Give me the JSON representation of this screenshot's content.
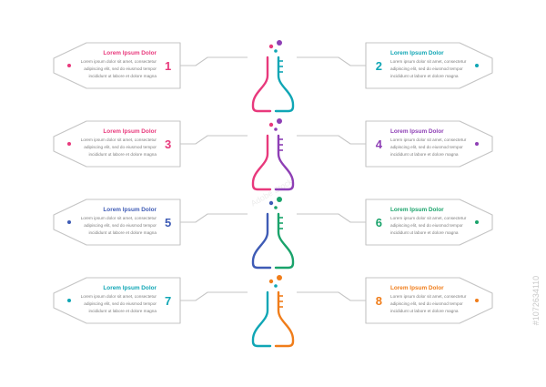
{
  "colors": {
    "pink": "#e8397c",
    "purple": "#8e3fb5",
    "blue": "#3e5bb5",
    "teal": "#10a6b5",
    "green": "#1aa36b",
    "orange": "#f07d1a",
    "frame": "#c4c4c4",
    "text": "#7d7d7d"
  },
  "items": [
    {
      "number": "1",
      "title": "Lorem Ipsum Dolor",
      "lines": [
        "Lorem ipsum dolor sit amet, consectetur",
        "adipiscing elit, sed do eiusmod tempor",
        "incididunt ut labore et dolore magna"
      ],
      "color": "#e8397c"
    },
    {
      "number": "2",
      "title": "Lorem Ipsum Dolor",
      "lines": [
        "Lorem ipsum dolor sit amet, consectetur",
        "adipiscing elit, sed do eiusmod tempor",
        "incididunt ut labore et dolore magna"
      ],
      "color": "#10a6b5"
    },
    {
      "number": "3",
      "title": "Lorem Ipsum Dolor",
      "lines": [
        "Lorem ipsum dolor sit amet, consectetur",
        "adipiscing elit, sed do eiusmod tempor",
        "incididunt ut labore et dolore magna"
      ],
      "color": "#e8397c"
    },
    {
      "number": "4",
      "title": "Lorem Ipsum Dolor",
      "lines": [
        "Lorem ipsum dolor sit amet, consectetur",
        "adipiscing elit, sed do eiusmod tempor",
        "incididunt ut labore et dolore magna"
      ],
      "color": "#8e3fb5"
    },
    {
      "number": "5",
      "title": "Lorem Ipsum Dolor",
      "lines": [
        "Lorem ipsum dolor sit amet, consectetur",
        "adipiscing elit, sed do eiusmod tempor",
        "incididunt ut labore et dolore magna"
      ],
      "color": "#3e5bb5"
    },
    {
      "number": "6",
      "title": "Lorem Ipsum Dolor",
      "lines": [
        "Lorem ipsum dolor sit amet, consectetur",
        "adipiscing elit, sed do eiusmod tempor",
        "incididunt ut labore et dolore magna"
      ],
      "color": "#1aa36b"
    },
    {
      "number": "7",
      "title": "Lorem Ipsum Dolor",
      "lines": [
        "Lorem ipsum dolor sit amet, consectetur",
        "adipiscing elit, sed do eiusmod tempor",
        "incididunt ut labore et dolore magna"
      ],
      "color": "#10a6b5"
    },
    {
      "number": "8",
      "title": "Lorem Ipsum Dolor",
      "lines": [
        "Lorem ipsum dolor sit amet, consectetur",
        "adipiscing elit, sed do eiusmod tempor",
        "incididunt ut labore et dolore magna"
      ],
      "color": "#f07d1a"
    }
  ],
  "flasks": [
    {
      "left_color": "#e8397c",
      "right_color": "#10a6b5",
      "bubble_colors": [
        "#e8397c",
        "#8e3fb5",
        "#10a6b5"
      ]
    },
    {
      "left_color": "#e8397c",
      "right_color": "#8e3fb5",
      "bubble_colors": [
        "#e8397c",
        "#8e3fb5",
        "#8e3fb5"
      ]
    },
    {
      "left_color": "#3e5bb5",
      "right_color": "#1aa36b",
      "bubble_colors": [
        "#3e5bb5",
        "#1aa36b",
        "#1aa36b"
      ]
    },
    {
      "left_color": "#10a6b5",
      "right_color": "#f07d1a",
      "bubble_colors": [
        "#f07d1a",
        "#f07d1a",
        "#10a6b5"
      ]
    }
  ],
  "watermark": {
    "brand": "Adobe Stock",
    "id": "#1072634110"
  }
}
